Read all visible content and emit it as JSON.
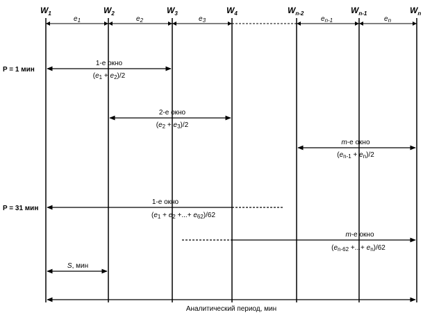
{
  "header": {
    "w_labels": [
      {
        "base": "W",
        "sub": "1"
      },
      {
        "base": "W",
        "sub": "2"
      },
      {
        "base": "W",
        "sub": "3"
      },
      {
        "base": "W",
        "sub": "4"
      },
      {
        "base": "W",
        "sub": "n-2"
      },
      {
        "base": "W",
        "sub": "n-1"
      },
      {
        "base": "W",
        "sub": "n"
      }
    ],
    "e_labels": [
      {
        "base": "e",
        "sub": "1"
      },
      {
        "base": "e",
        "sub": "2"
      },
      {
        "base": "e",
        "sub": "3"
      },
      {
        "base": "e",
        "sub": "n-1"
      },
      {
        "base": "e",
        "sub": "n"
      }
    ]
  },
  "periods": {
    "p1": "P = 1 мин",
    "p31": "P = 31 мин"
  },
  "windows": {
    "w1_title": "1-е окно",
    "w2_title": "2-е окно",
    "wm_title": "m-е окно",
    "w31_1_title": "1-е окно",
    "w31_m_title": "m-е окно"
  },
  "formulas": {
    "f1": "(e1 + e2)/2",
    "f2": "(e2 + e3)/2",
    "fm": "(en-1 + en)/2",
    "f31_1": "(e1 + e2 +...+ e62)/62",
    "f31_m": "(en-62 +...+ en)/62"
  },
  "s_label": "S, мин",
  "footer": "Аналитический период, мин"
}
